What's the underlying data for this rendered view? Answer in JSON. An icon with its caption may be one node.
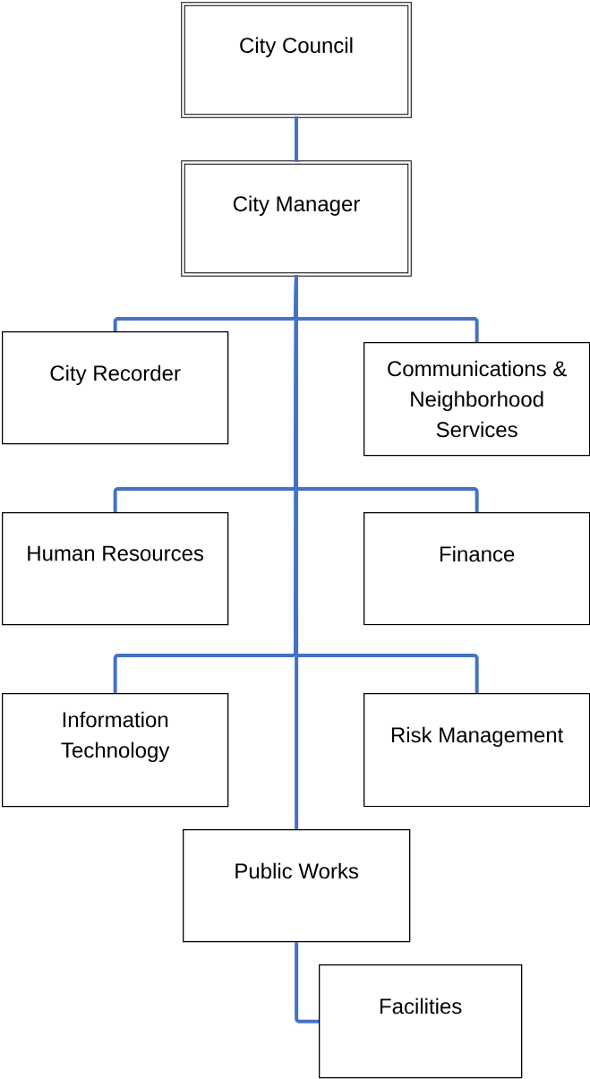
{
  "diagram": {
    "nodes": [
      {
        "text": [
          "City Council"
        ]
      },
      {
        "text": [
          "City Manager"
        ]
      },
      {
        "text": [
          "City Recorder"
        ]
      },
      {
        "text": [
          "Communications & Neighborhood Services"
        ]
      },
      {
        "text": [
          "Human Resources"
        ]
      },
      {
        "text": [
          "Finance"
        ]
      },
      {
        "text": [
          "Information Technology"
        ]
      },
      {
        "text": [
          "Risk Management"
        ]
      },
      {
        "text": [
          "Public Works"
        ]
      },
      {
        "text": [
          "Facilities"
        ]
      }
    ],
    "edges": [
      {
        "from": 0,
        "to": 1,
        "arrow": "none"
      },
      {
        "from": 1,
        "to": 2,
        "arrow": "none"
      },
      {
        "from": 1,
        "to": 3,
        "arrow": "none"
      },
      {
        "from": 1,
        "to": 4,
        "arrow": "none"
      },
      {
        "from": 1,
        "to": 5,
        "arrow": "none"
      },
      {
        "from": 1,
        "to": 6,
        "arrow": "none"
      },
      {
        "from": 1,
        "to": 7,
        "arrow": "none"
      },
      {
        "from": 1,
        "to": 8,
        "arrow": "none"
      },
      {
        "from": 8,
        "to": 9,
        "arrow": "none"
      }
    ]
  }
}
